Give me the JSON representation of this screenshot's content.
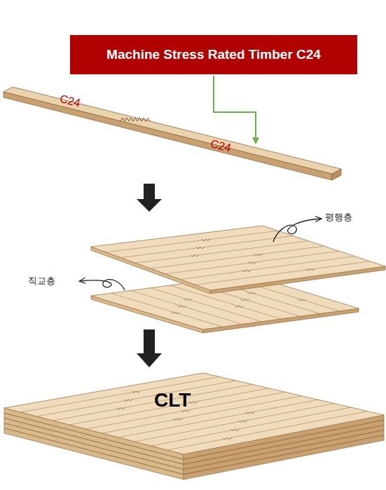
{
  "diagram": {
    "nodes": [
      {
        "text": [
          "Machine Stress Rated Timber C24"
        ]
      }
    ],
    "labels": [
      "C24",
      "C24",
      "평행층",
      "직교층",
      "CLT"
    ]
  }
}
